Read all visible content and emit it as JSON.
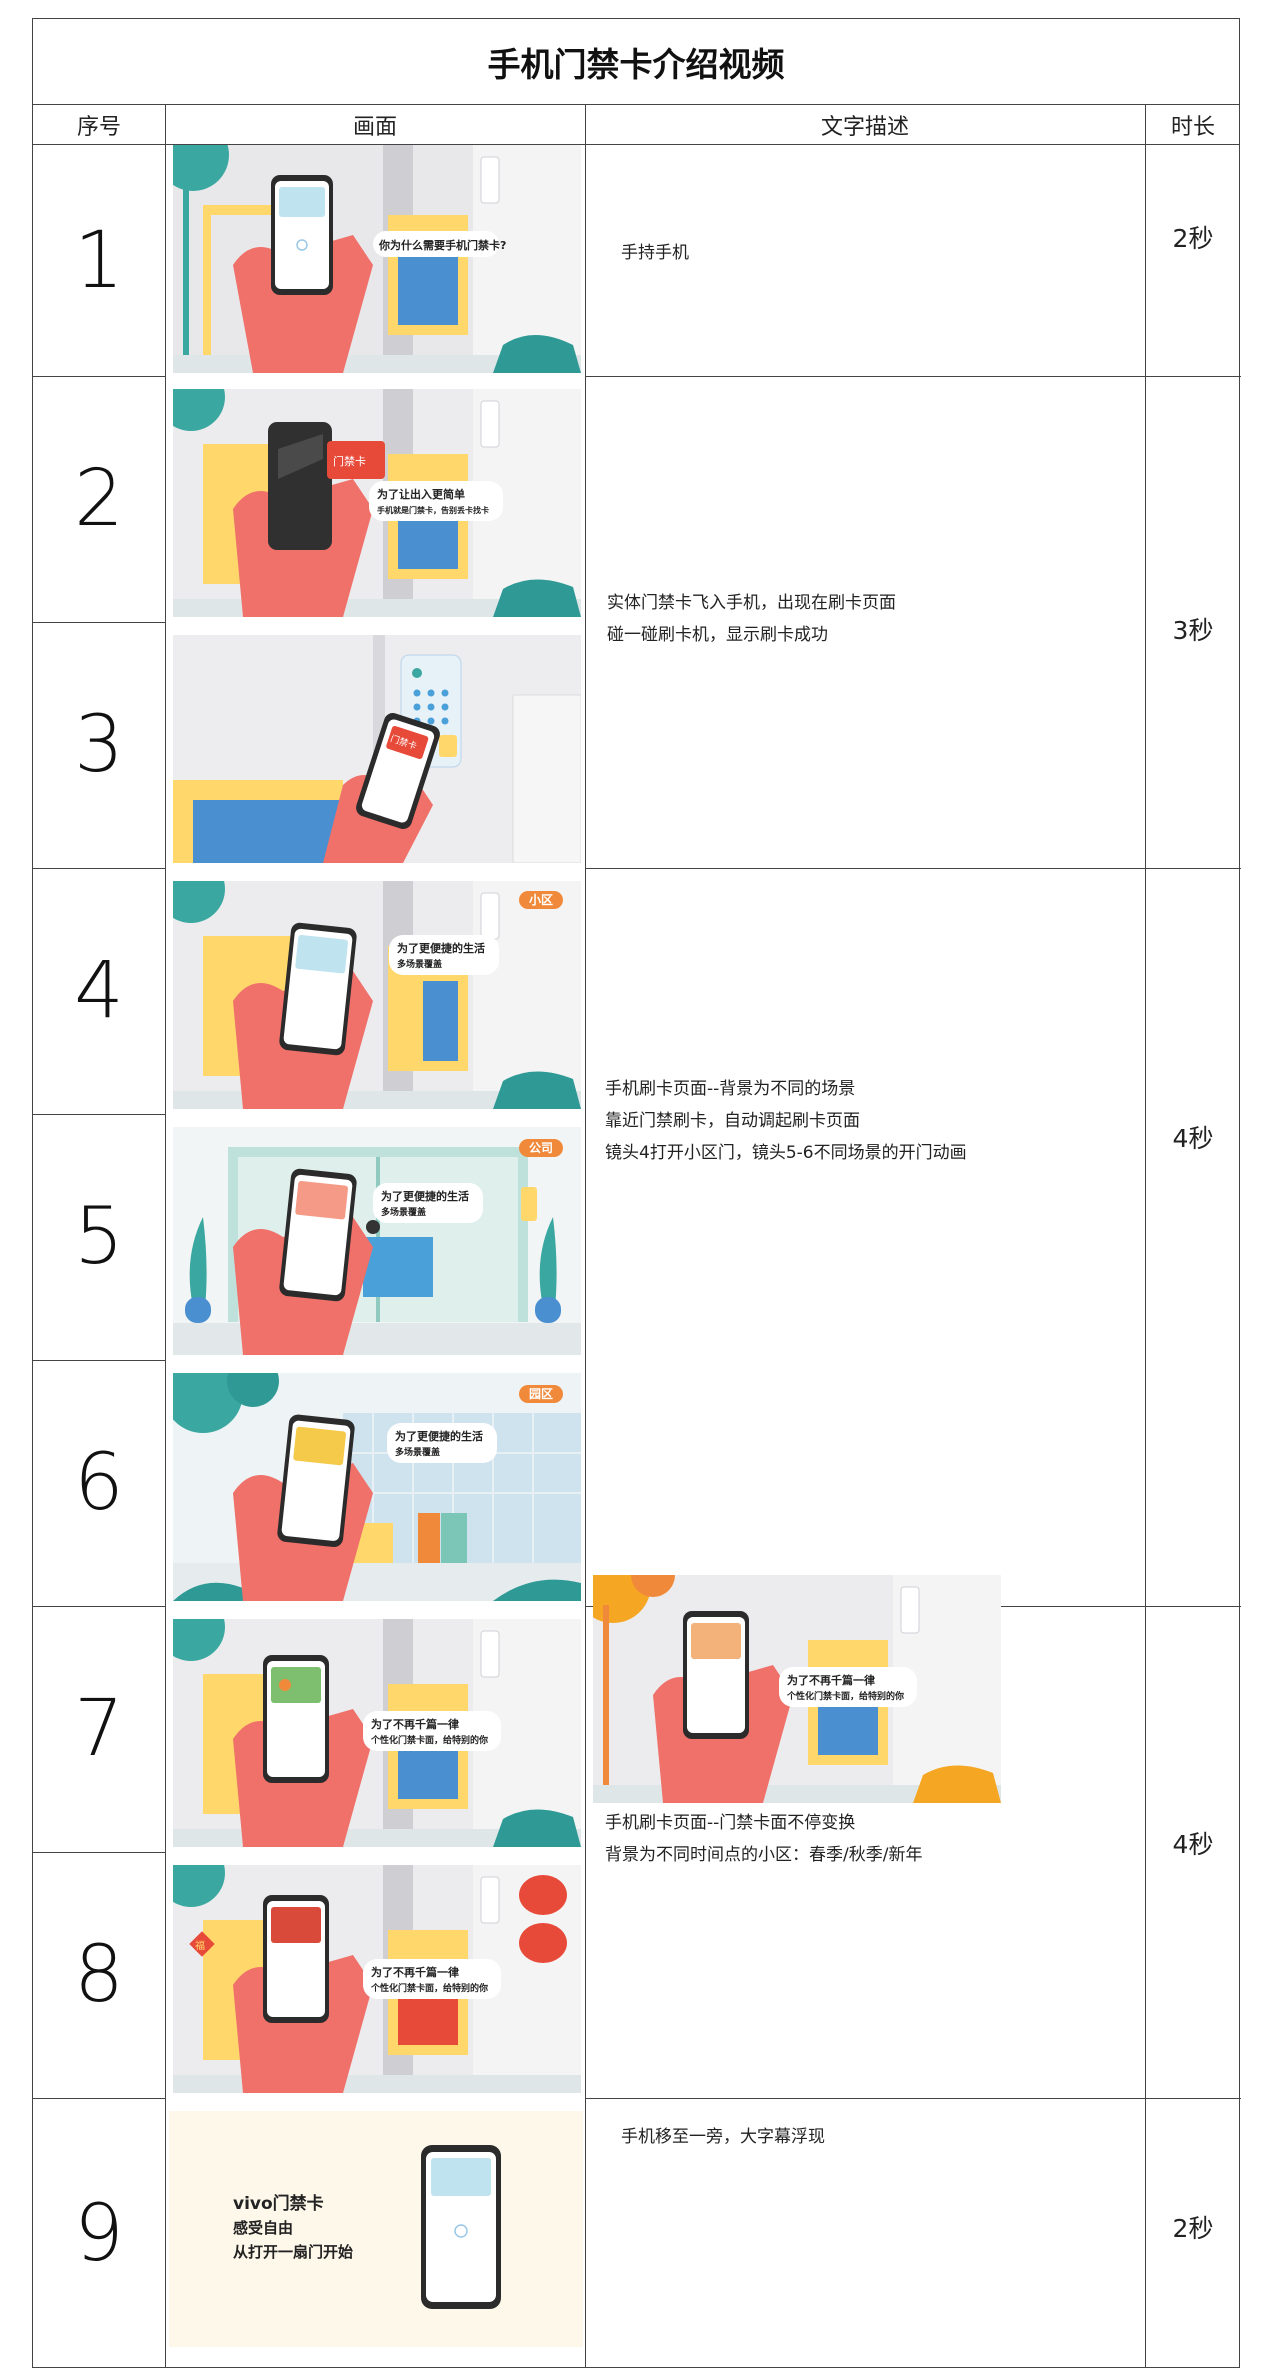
{
  "title": "手机门禁卡介绍视频",
  "headers": {
    "seq": "序号",
    "frame": "画面",
    "desc": "文字描述",
    "duration": "时长"
  },
  "rows": [
    {
      "num": "1",
      "bubble": [
        "你为什么需要手机门禁卡?"
      ],
      "tag": ""
    },
    {
      "num": "2",
      "bubble": [
        "为了让出入更简单",
        "手机就是门禁卡，告别丢卡找卡"
      ],
      "tag": "",
      "card_label": "门禁卡"
    },
    {
      "num": "3",
      "bubble": [],
      "tag": "",
      "card_label": "门禁卡"
    },
    {
      "num": "4",
      "bubble": [
        "为了更便捷的生活",
        "多场景覆盖"
      ],
      "tag": "小区"
    },
    {
      "num": "5",
      "bubble": [
        "为了更便捷的生活",
        "多场景覆盖"
      ],
      "tag": "公司"
    },
    {
      "num": "6",
      "bubble": [
        "为了更便捷的生活",
        "多场景覆盖"
      ],
      "tag": "园区"
    },
    {
      "num": "7",
      "bubble": [
        "为了不再千篇一律",
        "个性化门禁卡面，给特别的你"
      ],
      "tag": ""
    },
    {
      "num": "8",
      "bubble": [
        "为了不再千篇一律",
        "个性化门禁卡面，给特别的你"
      ],
      "tag": "",
      "deco_char": "福"
    },
    {
      "num": "9",
      "bubble": [],
      "tag": ""
    }
  ],
  "extra_frame_bubble": [
    "为了不再千篇一律",
    "个性化门禁卡面，给特别的你"
  ],
  "final_frame": {
    "lines": [
      "vivo门禁卡",
      "感受自由",
      "从打开一扇门开始"
    ]
  },
  "descriptions": {
    "d1": [
      "手持手机"
    ],
    "d23": [
      "实体门禁卡飞入手机，出现在刷卡页面",
      "碰一碰刷卡机，显示刷卡成功"
    ],
    "d456": [
      "手机刷卡页面--背景为不同的场景",
      "靠近门禁刷卡，自动调起刷卡页面",
      "镜头4打开小区门，镜头5-6不同场景的开门动画"
    ],
    "d78": [
      "手机刷卡页面--门禁卡面不停变换",
      "背景为不同时间点的小区：春季/秋季/新年"
    ],
    "d9": [
      "手机移至一旁，大字幕浮现"
    ]
  },
  "durations": {
    "r1": "2秒",
    "r23": "3秒",
    "r456": "4秒",
    "r78": "4秒",
    "r9": "2秒"
  },
  "colors": {
    "skin": "#f0706a",
    "gate": "#f5c94a",
    "teal": "#3aa8a0",
    "orange_tag": "#f08a3a",
    "cream": "#fdf8ea"
  }
}
